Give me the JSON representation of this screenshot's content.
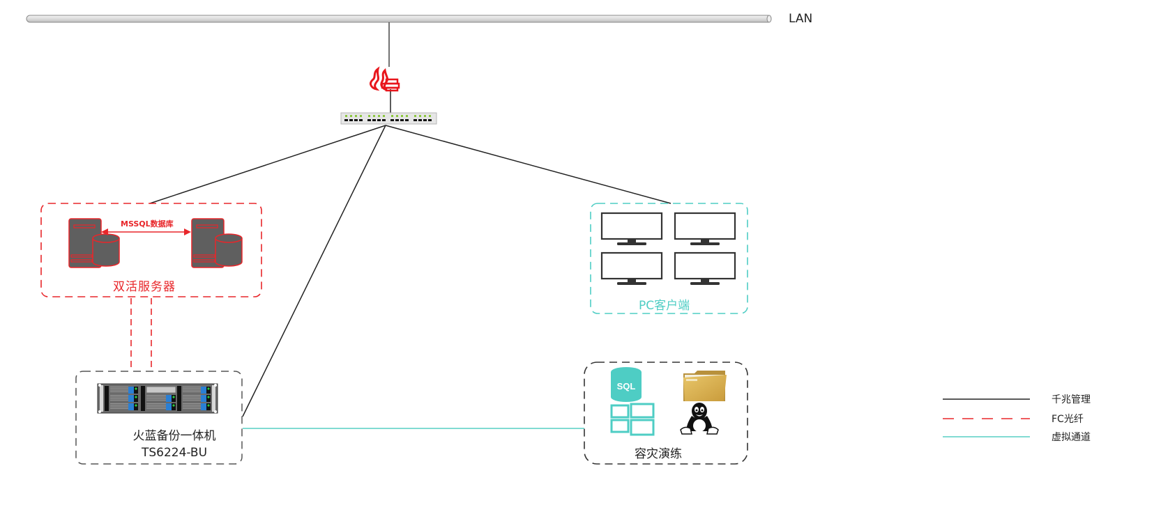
{
  "diagram": {
    "network": {
      "label": "LAN"
    },
    "firewall": {
      "icon": "firewall-icon"
    },
    "switch": {
      "icon": "network-switch-icon"
    },
    "ha_servers": {
      "label": "双活服务器",
      "link_label": "MSSQL数据库",
      "border_color": "#e8262a",
      "servers": [
        {
          "icon": "database-server-icon"
        },
        {
          "icon": "database-server-icon"
        }
      ]
    },
    "pc_clients": {
      "label": "PC客户端",
      "border_color": "#4ecdc4",
      "monitors": [
        {
          "icon": "monitor-icon"
        },
        {
          "icon": "monitor-icon"
        },
        {
          "icon": "monitor-icon"
        },
        {
          "icon": "monitor-icon"
        }
      ]
    },
    "backup_appliance": {
      "name": "火蓝备份一体机",
      "model": "TS6224-BU",
      "icon": "rack-server-icon"
    },
    "disaster_recovery": {
      "label": "容灾演练",
      "items": [
        {
          "icon": "sql-database-icon",
          "text": "SQL"
        },
        {
          "icon": "folder-icon"
        },
        {
          "icon": "windows-icon"
        },
        {
          "icon": "linux-penguin-icon"
        }
      ]
    },
    "legend": [
      {
        "label": "千兆管理",
        "style": "solid",
        "color": "#222222"
      },
      {
        "label": "FC光纤",
        "style": "dashed",
        "color": "#e8262a"
      },
      {
        "label": "虚拟通道",
        "style": "solid",
        "color": "#6fd6cc"
      }
    ]
  },
  "colors": {
    "red": "#e8262a",
    "teal": "#4ecdc4",
    "dark": "#222222",
    "server_gray": "#5f5f5f",
    "folder": "#d9b558"
  }
}
